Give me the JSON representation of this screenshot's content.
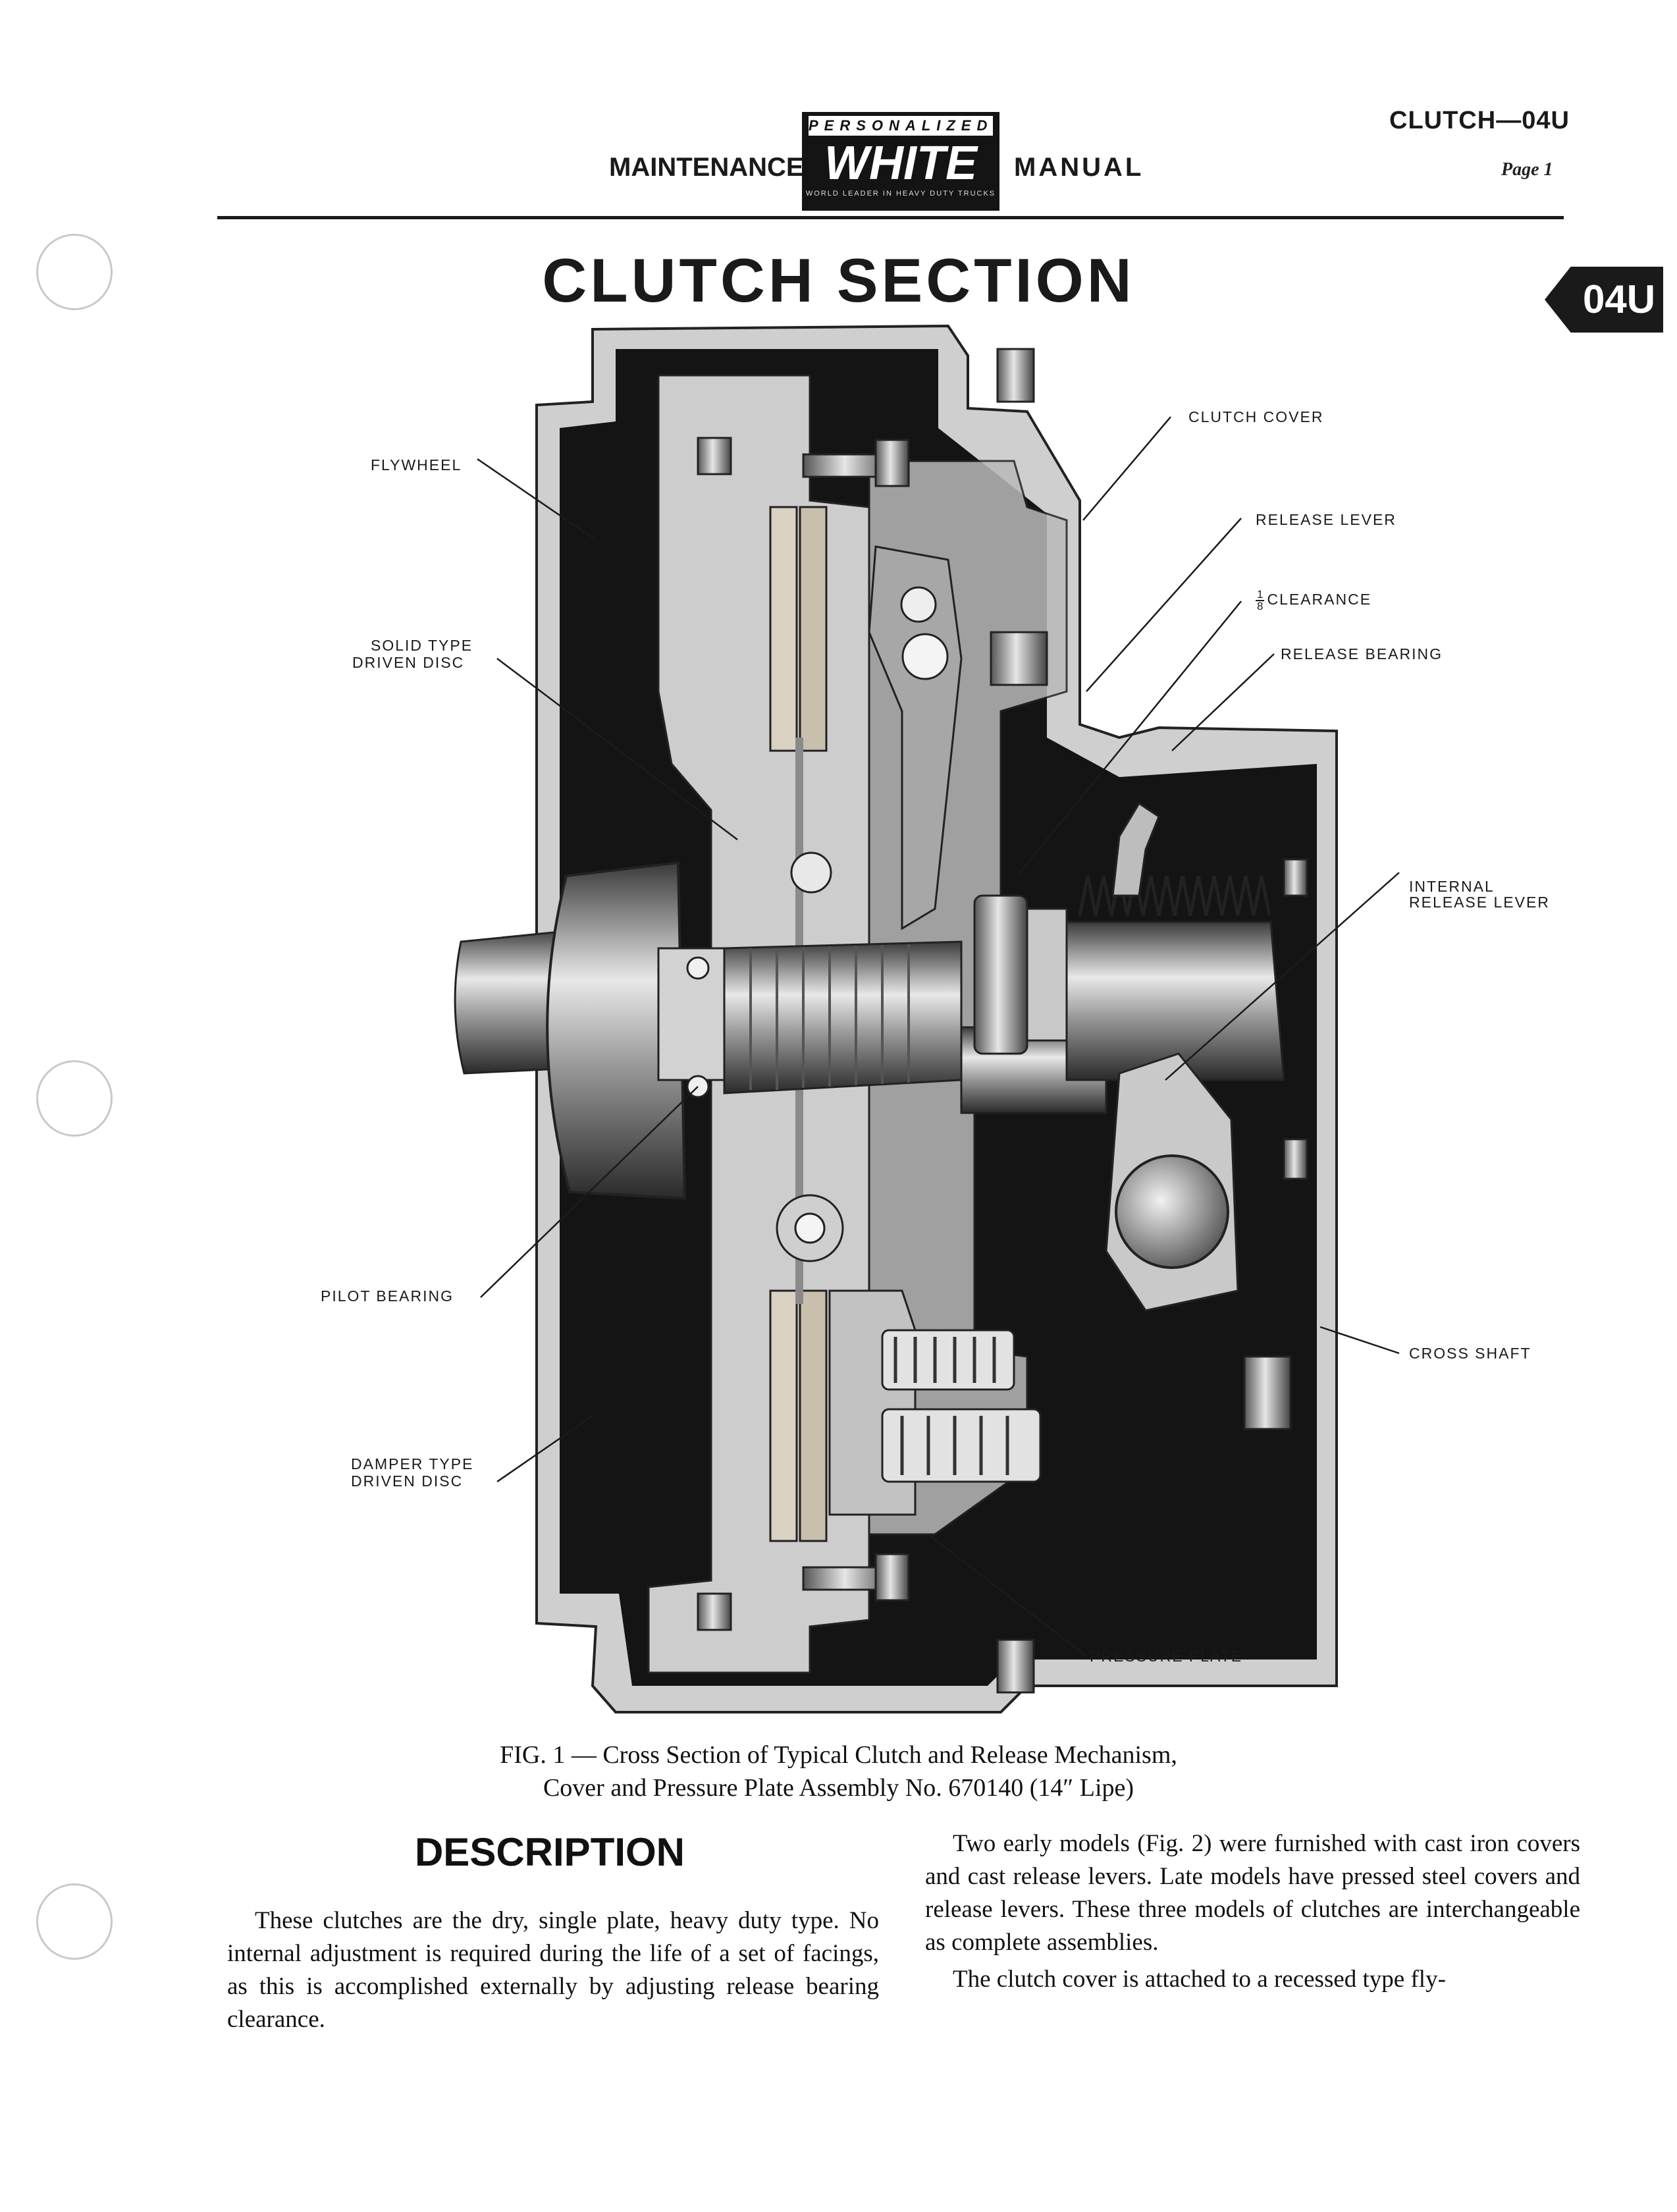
{
  "header": {
    "left_word": "MAINTENANCE",
    "right_word": "MANUAL",
    "logo": {
      "top_text": "PERSONALIZED",
      "brand": "WHITE",
      "tagline": "WORLD LEADER IN HEAVY DUTY TRUCKS"
    },
    "section_code": "CLUTCH—04U",
    "page_label": "Page 1",
    "tab_label": "04U"
  },
  "title": "CLUTCH SECTION",
  "diagram": {
    "labels": {
      "clutch_cover": "CLUTCH COVER",
      "flywheel": "FLYWHEEL",
      "release_lever": "RELEASE LEVER",
      "clearance_num": "1",
      "clearance_den": "8",
      "clearance": "CLEARANCE",
      "release_bearing": "RELEASE BEARING",
      "solid_disc_1": "SOLID TYPE",
      "solid_disc_2": "DRIVEN DISC",
      "internal_lever_1": "INTERNAL",
      "internal_lever_2": "RELEASE LEVER",
      "pilot_bearing": "PILOT BEARING",
      "cross_shaft": "CROSS SHAFT",
      "damper_disc_1": "DAMPER TYPE",
      "damper_disc_2": "DRIVEN DISC",
      "pressure_plate": "PRESSURE PLATE"
    }
  },
  "caption": {
    "line1": "FIG. 1 — Cross Section of Typical Clutch and Release Mechanism,",
    "line2": "Cover and Pressure Plate Assembly No. 670140 (14″ Lipe)"
  },
  "description": {
    "heading": "DESCRIPTION",
    "left_paragraph": "These clutches are the dry, single plate, heavy duty type. No internal adjustment is required during the life of a set of facings, as this is accomplished externally by adjusting release bearing clearance.",
    "right_paragraph_1": "Two early models (Fig. 2) were furnished with cast iron covers and cast release levers. Late models have pressed steel covers and release levers. These three models of clutches are interchangeable as complete assemblies.",
    "right_paragraph_2": "The clutch cover is attached to a recessed type fly-"
  }
}
